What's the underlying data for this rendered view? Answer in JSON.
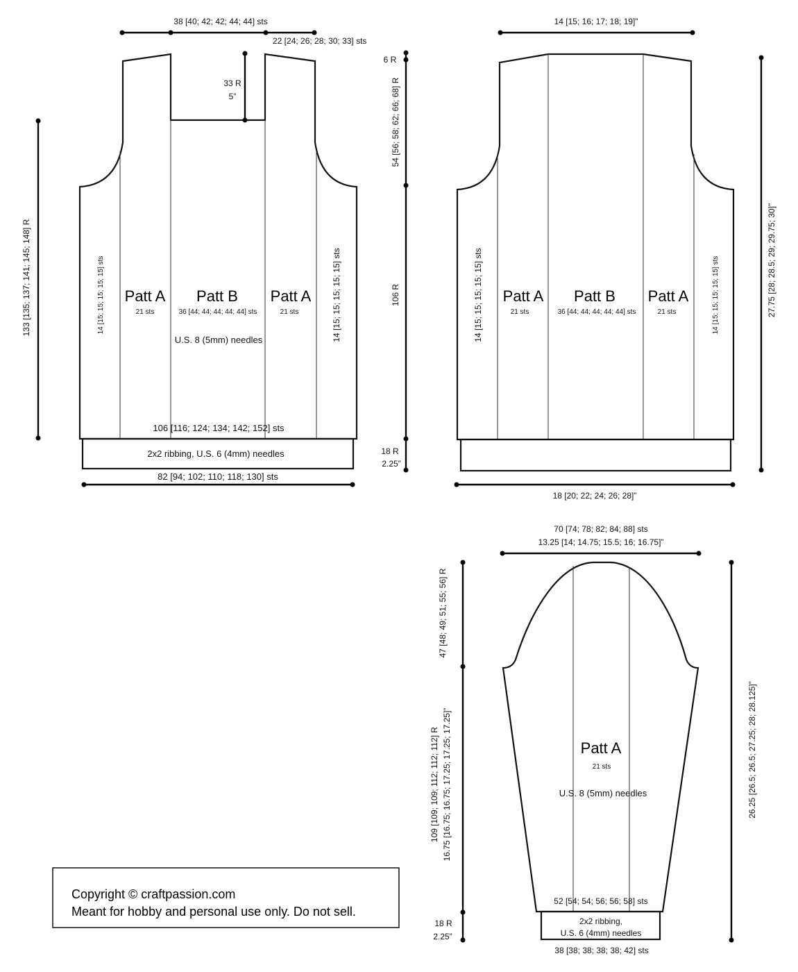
{
  "front": {
    "top_width": "38 [40; 42; 42; 44; 44] sts",
    "shoulder_width": "22 [24; 26; 28; 30; 33] sts",
    "neck_rows": "33 R",
    "neck_inches": "5”",
    "total_rows": "133 [135; 137; 141; 145; 148] R",
    "side_sts_left": "14 [15; 15; 15; 15; 15] sts",
    "side_sts_right": "14 [15; 15; 15; 15; 15] sts",
    "patt_a": "Patt A",
    "patt_a_sts": "21 sts",
    "patt_b": "Patt B",
    "patt_b_sts": "36 [44; 44; 44; 44; 44] sts",
    "needles": "U.S. 8 (5mm) needles",
    "body_sts": "106 [116; 124; 134; 142; 152] sts",
    "ribbing": "2x2 ribbing, U.S. 6 (4mm) needles",
    "cast_on": "82 [94; 102; 110; 118; 130] sts"
  },
  "back": {
    "top_width": "14 [15; 16; 17; 18; 19]”",
    "shoulder_rows": "6 R",
    "armhole_rows": "54 [56; 58; 62; 66; 68] R",
    "body_rows": "106 R",
    "rib_rows": "18 R",
    "rib_inches": "2.25”",
    "total_length": "27.75 [28; 28.5; 29; 29.75; 30]”",
    "side_sts_left": "14 [15; 15; 15; 15; 15] sts",
    "side_sts_right": "14 [15; 15; 15; 15; 15] sts",
    "patt_a": "Patt A",
    "patt_a_sts": "21 sts",
    "patt_b": "Patt B",
    "patt_b_sts": "36 [44; 44; 44; 44; 44] sts",
    "width": "18 [20; 22; 24; 26;  28]”"
  },
  "sleeve": {
    "top_sts": "70 [74; 78; 82; 84; 88] sts",
    "top_inches": "13.25 [14; 14.75; 15.5; 16; 16.75]”",
    "cap_rows": "47 [48; 49; 51; 55; 56] R",
    "body_rows": "109 [109; 109; 112; 112; 112] R",
    "body_inches": "16.75 [16.75; 16.75; 17.25; 17.25; 17.25]”",
    "rib_rows": "18 R",
    "rib_inches": "2.25”",
    "total_length": "26.25 [26.5; 26.5; 27.25; 28; 28.125]”",
    "patt_a": "Patt A",
    "patt_a_sts": "21 sts",
    "needles": "U.S. 8 (5mm) needles",
    "body_sts": "52 [54; 54; 56; 56; 58] sts",
    "ribbing_line1": "2x2 ribbing,",
    "ribbing_line2": "U.S. 6 (4mm) needles",
    "cast_on": "38 [38; 38; 38; 38; 42] sts"
  },
  "copyright": {
    "line1": "Copyright © craftpassion.com",
    "line2": "Meant for hobby and personal use only. Do not sell."
  }
}
